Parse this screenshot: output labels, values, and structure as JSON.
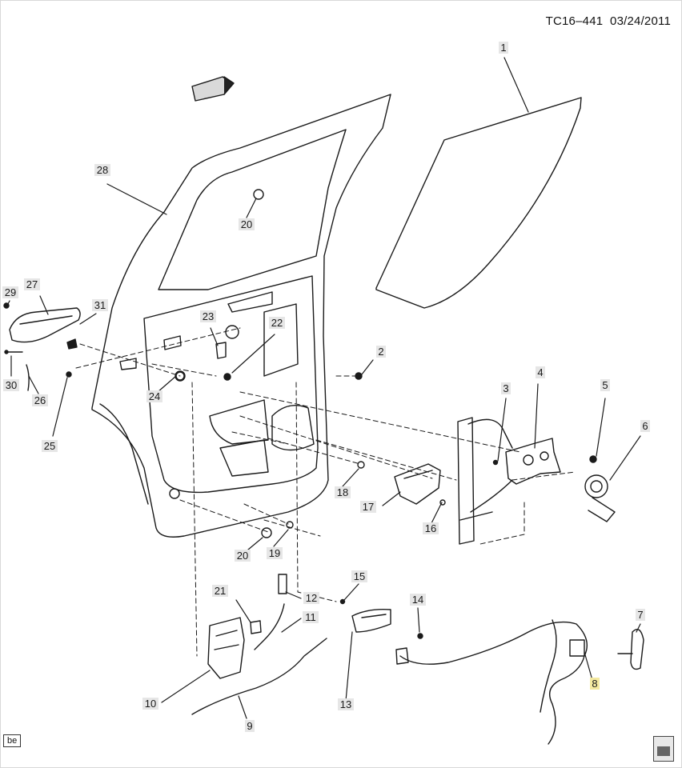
{
  "header": {
    "code": "TC16–441",
    "date": "03/24/2011"
  },
  "footer_code": "be",
  "colors": {
    "line": "#1a1a1a",
    "label_bg": "#e6e6e6",
    "highlight_bg": "#f4e9a0"
  },
  "callouts": [
    {
      "id": "1",
      "label": "1"
    },
    {
      "id": "2",
      "label": "2"
    },
    {
      "id": "3",
      "label": "3"
    },
    {
      "id": "4",
      "label": "4"
    },
    {
      "id": "5",
      "label": "5"
    },
    {
      "id": "6",
      "label": "6"
    },
    {
      "id": "7",
      "label": "7"
    },
    {
      "id": "8",
      "label": "8",
      "highlight": true
    },
    {
      "id": "9",
      "label": "9"
    },
    {
      "id": "10",
      "label": "10"
    },
    {
      "id": "11",
      "label": "11"
    },
    {
      "id": "12",
      "label": "12"
    },
    {
      "id": "13",
      "label": "13"
    },
    {
      "id": "14",
      "label": "14"
    },
    {
      "id": "15",
      "label": "15"
    },
    {
      "id": "16",
      "label": "16"
    },
    {
      "id": "17",
      "label": "17"
    },
    {
      "id": "18",
      "label": "18"
    },
    {
      "id": "19",
      "label": "19"
    },
    {
      "id": "20a",
      "label": "20"
    },
    {
      "id": "20b",
      "label": "20"
    },
    {
      "id": "21",
      "label": "21"
    },
    {
      "id": "22",
      "label": "22"
    },
    {
      "id": "23",
      "label": "23"
    },
    {
      "id": "24",
      "label": "24"
    },
    {
      "id": "25",
      "label": "25"
    },
    {
      "id": "26",
      "label": "26"
    },
    {
      "id": "27",
      "label": "27"
    },
    {
      "id": "28",
      "label": "28"
    },
    {
      "id": "29",
      "label": "29"
    },
    {
      "id": "30",
      "label": "30"
    },
    {
      "id": "31",
      "label": "31"
    }
  ]
}
